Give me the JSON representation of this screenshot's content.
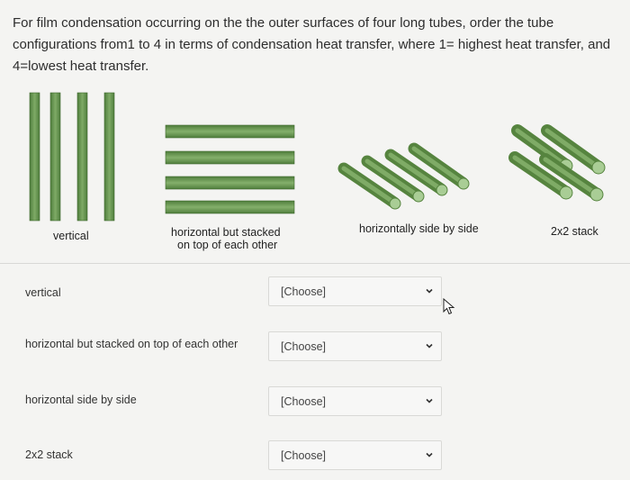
{
  "question": {
    "line1": "For film condensation occurring on the the outer surfaces of four long tubes, order the tube",
    "line2": "configurations from1  to 4 in terms of condensation heat transfer, where 1= highest heat transfer, and",
    "line3": "4=lowest heat transfer."
  },
  "figure": {
    "tube_color": "#6c9a55",
    "labels": {
      "vertical": "vertical",
      "stacked_line1": "horizontal but stacked",
      "stacked_line2": "on top of each other",
      "side_by_side": "horizontally side by side",
      "two_by_two": "2x2 stack"
    }
  },
  "rows": [
    {
      "label": "vertical",
      "selected": "[Choose]"
    },
    {
      "label": "horizontal but stacked on top of each other",
      "selected": "[Choose]"
    },
    {
      "label": "horizontal side by side",
      "selected": "[Choose]"
    },
    {
      "label": "2x2 stack",
      "selected": "[Choose]"
    }
  ]
}
